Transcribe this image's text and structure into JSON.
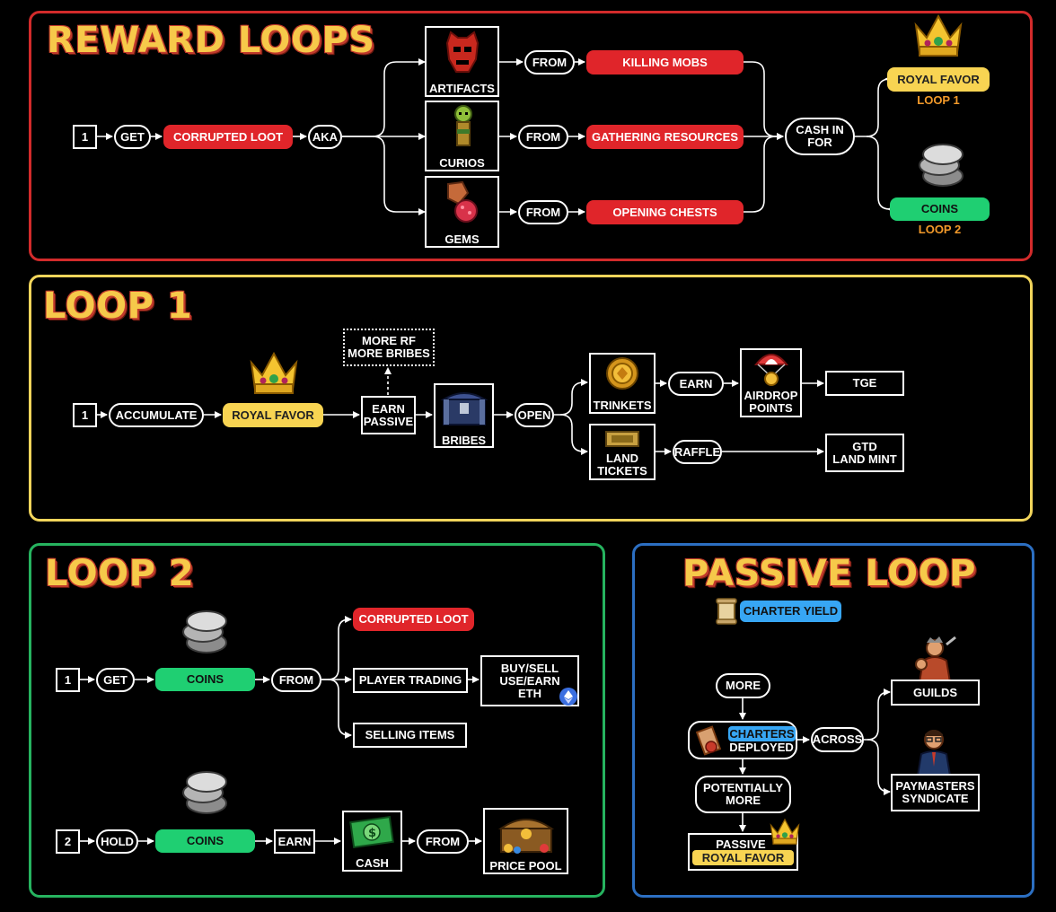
{
  "titles": {
    "reward": "REWARD LOOPS",
    "loop1": "LOOP 1",
    "loop2": "LOOP 2",
    "passive": "PASSIVE LOOP"
  },
  "colors": {
    "reward_border": "#d22b2b",
    "loop1_border": "#f2d55b",
    "loop2_border": "#26b35f",
    "passive_border": "#2c6fc2",
    "red_pill": "#e0252a",
    "yellow_pill": "#f8d452",
    "green_pill": "#1fcf72",
    "blue_pill": "#37a6f4"
  },
  "icons": [
    "mask-icon",
    "idol-icon",
    "gems-icon",
    "crown-icon",
    "silver-coins-icon",
    "chest-icon",
    "golden-medal-icon",
    "ticket-icon",
    "airdrop-parachute-icon",
    "ethereum-icon",
    "cash-icon",
    "treasure-chest-icon",
    "scroll-icon",
    "warrior-icon",
    "businessman-icon"
  ],
  "reward": {
    "step": "1",
    "get": "GET",
    "corrupted_loot": "CORRUPTED LOOT",
    "aka": "AKA",
    "artifacts": "ARTIFACTS",
    "curios": "CURIOS",
    "gems": "GEMS",
    "from1": "FROM",
    "from2": "FROM",
    "from3": "FROM",
    "killing_mobs": "KILLING MOBS",
    "gathering": "GATHERING RESOURCES",
    "opening_chests": "OPENING CHESTS",
    "cash_in": "CASH IN\nFOR",
    "royal_favor": "ROYAL FAVOR",
    "loop1": "LOOP 1",
    "coins": "COINS",
    "loop2": "LOOP 2"
  },
  "loop1": {
    "step": "1",
    "accumulate": "ACCUMULATE",
    "royal_favor": "ROYAL FAVOR",
    "earn_passive": "EARN\nPASSIVE",
    "more_rf": "MORE RF\nMORE BRIBES",
    "bribes": "BRIBES",
    "open": "OPEN",
    "trinkets": "TRINKETS",
    "earn": "EARN",
    "airdrop": "AIRDROP\nPOINTS",
    "tge": "TGE",
    "land_tickets": "LAND\nTICKETS",
    "raffle": "RAFFLE",
    "gtd": "GTD\nLAND MINT"
  },
  "loop2": {
    "step1": "1",
    "get": "GET",
    "coins1": "COINS",
    "from1": "FROM",
    "corrupted_loot": "CORRUPTED LOOT",
    "player_trading": "PLAYER TRADING",
    "buy_sell": "BUY/SELL\nUSE/EARN\nETH",
    "selling_items": "SELLING ITEMS",
    "step2": "2",
    "hold": "HOLD",
    "coins2": "COINS",
    "earn": "EARN",
    "cash": "CASH",
    "from2": "FROM",
    "price_pool": "PRICE POOL"
  },
  "passive": {
    "charter_yield": "CHARTER YIELD",
    "more": "MORE",
    "charters": "CHARTERS",
    "deployed": "DEPLOYED",
    "across": "ACROSS",
    "potentially": "POTENTIALLY\nMORE",
    "passive": "PASSIVE",
    "royal_favor": "ROYAL FAVOR",
    "guilds": "GUILDS",
    "paymasters": "PAYMASTERS\nSYNDICATE"
  }
}
